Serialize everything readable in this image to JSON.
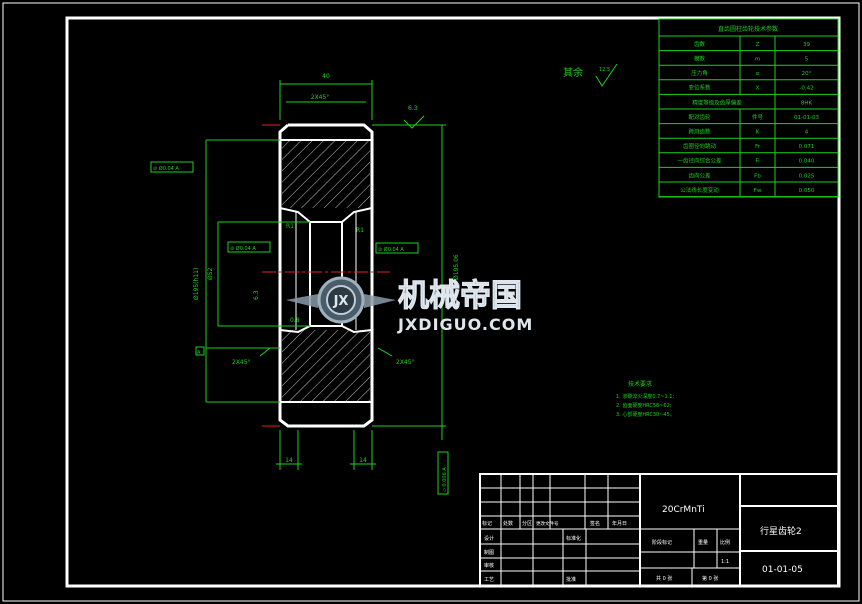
{
  "params_table": {
    "title": "直齿圆柱齿轮技术参数",
    "rows": [
      {
        "name": "齿数",
        "symbol": "Z",
        "value": "39"
      },
      {
        "name": "模数",
        "symbol": "m",
        "value": "5"
      },
      {
        "name": "压力角",
        "symbol": "α",
        "value": "20°"
      },
      {
        "name": "变位系数",
        "symbol": "X",
        "value": "-0.42"
      },
      {
        "name": "精度等级及齿厚偏差",
        "symbol": "",
        "value": "8HK"
      },
      {
        "name": "配对齿轮",
        "symbol": "件号",
        "value": "01-01-03"
      },
      {
        "name": "跨测齿数",
        "symbol": "K",
        "value": "4"
      },
      {
        "name": "齿圈径向跳动",
        "symbol": "Fr",
        "value": "0.071"
      },
      {
        "name": "一齿径向综合公差",
        "symbol": "Fi",
        "value": "0.040"
      },
      {
        "name": "齿向公差",
        "symbol": "Fb",
        "value": "0.025"
      },
      {
        "name": "公法线长度变动",
        "symbol": "Fw",
        "value": "0.050"
      }
    ]
  },
  "roughness": {
    "label": "其余",
    "value": "12.5"
  },
  "dims": {
    "width": "40",
    "chamfer_top": "2X45°",
    "rough_top": "6.3",
    "gdt_left_top": "⊘ Ø0.04 A",
    "gdt_mid_left": "⊘ Ø0.04 A",
    "gdt_mid_right": "⊘ Ø0.04 A",
    "dia_left": "Ø195(h11)",
    "bore": "Ø52",
    "dia_right": "Ø195.06",
    "rough_left_1": "6.3",
    "rough_left_2": "0.8",
    "fillet_1": "R1",
    "fillet_2": "R1",
    "datum": "A",
    "chamfer_bl": "2X45°",
    "chamfer_br": "2X45°",
    "bot_left": "14",
    "bot_right": "14",
    "flatness": "▱ 0.006 A"
  },
  "notes": {
    "title": "技术要求",
    "lines": [
      "1. 渗碳淬火深度0.7~1.1;",
      "2. 齿面硬度HRC58~62;",
      "3. 心部硬度HRC30~45。"
    ]
  },
  "watermark": {
    "cn": "机械帝国",
    "en": "JXDIGUO.COM",
    "badge": "JX"
  },
  "title_block": {
    "material": "20CrMnTi",
    "part_name": "行星齿轮2",
    "part_no": "01-01-05",
    "rev_headers": [
      "标记",
      "处数",
      "分区",
      "更改文件号",
      "签名",
      "年月日"
    ],
    "roles": [
      "设计",
      "制图",
      "审核",
      "工艺"
    ],
    "std": "标准化",
    "approve": "批准",
    "stage_label": "阶段标记",
    "weight_label": "重量",
    "scale_label": "比例",
    "scale": "1:1",
    "sheets_total": "共 0 张",
    "sheet_no": "第 0 张"
  }
}
